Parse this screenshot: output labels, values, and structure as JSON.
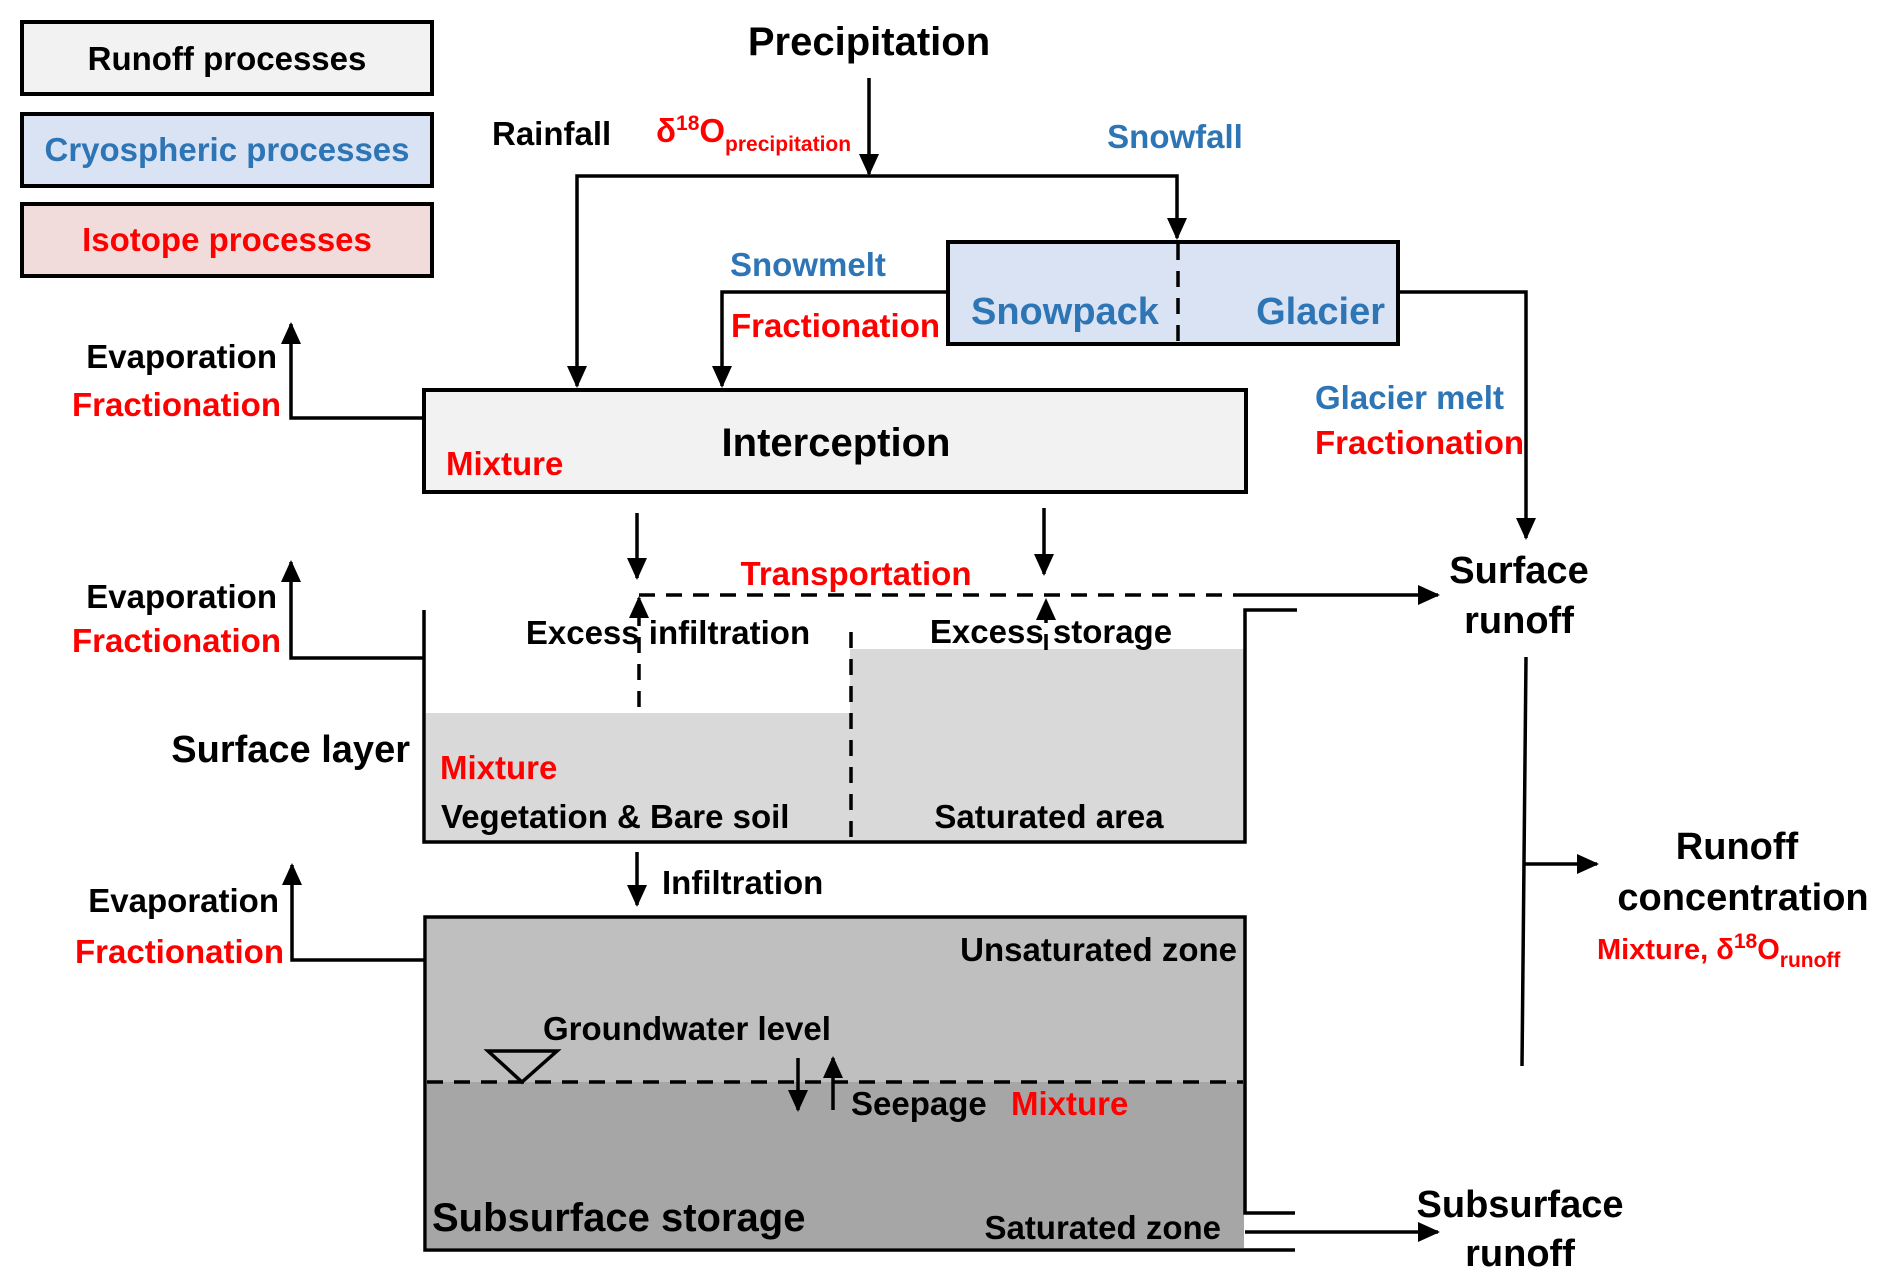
{
  "colors": {
    "runoff_fill": "#f2f2f2",
    "cryo_fill": "#dae3f3",
    "isotope_fill": "#f2dcdb",
    "cryo_text": "#2e75b6",
    "isotope_text": "#ff0000",
    "surface_fill": "#d9d9d9",
    "unsaturated_fill": "#bfbfbf",
    "saturated_fill": "#a6a6a6"
  },
  "legend": [
    {
      "label": "Runoff processes",
      "category": "runoff"
    },
    {
      "label": "Cryospheric processes",
      "category": "cryo"
    },
    {
      "label": "Isotope processes",
      "category": "isotope"
    }
  ],
  "top": {
    "precipitation": "Precipitation",
    "rainfall": "Rainfall",
    "delta_symbol": "δ",
    "isotope_mass": "18",
    "oxygen": "O",
    "precip_subscript": "precipitation",
    "snowfall": "Snowfall",
    "snowmelt": "Snowmelt",
    "snowmelt_fractionation": "Fractionation"
  },
  "cryosphere": {
    "snowpack": "Snowpack",
    "glacier": "Glacier",
    "glacier_melt": "Glacier melt",
    "glacier_fractionation": "Fractionation"
  },
  "evaporation": [
    {
      "label": "Evaporation",
      "process": "Fractionation"
    },
    {
      "label": "Evaporation",
      "process": "Fractionation"
    },
    {
      "label": "Evaporation",
      "process": "Fractionation"
    }
  ],
  "interception": {
    "title": "Interception",
    "process": "Mixture"
  },
  "surface_layer": {
    "title": "Surface layer",
    "transportation": "Transportation",
    "excess_infiltration": "Excess infiltration",
    "excess_storage": "Excess storage",
    "process": "Mixture",
    "vegetation": "Vegetation & Bare soil",
    "saturated_area": "Saturated area",
    "infiltration": "Infiltration"
  },
  "subsurface": {
    "unsaturated_zone": "Unsaturated zone",
    "groundwater_level": "Groundwater level",
    "seepage": "Seepage",
    "process": "Mixture",
    "title": "Subsurface storage",
    "saturated_zone": "Saturated zone"
  },
  "outputs": {
    "surface_runoff_line1": "Surface",
    "surface_runoff_line2": "runoff",
    "subsurface_runoff_line1": "Subsurface",
    "subsurface_runoff_line2": "runoff",
    "concentration_line1": "Runoff",
    "concentration_line2": "concentration",
    "concentration_process": "Mixture, ",
    "delta_symbol": "δ",
    "isotope_mass": "18",
    "oxygen": "O",
    "runoff_subscript": "runoff"
  }
}
